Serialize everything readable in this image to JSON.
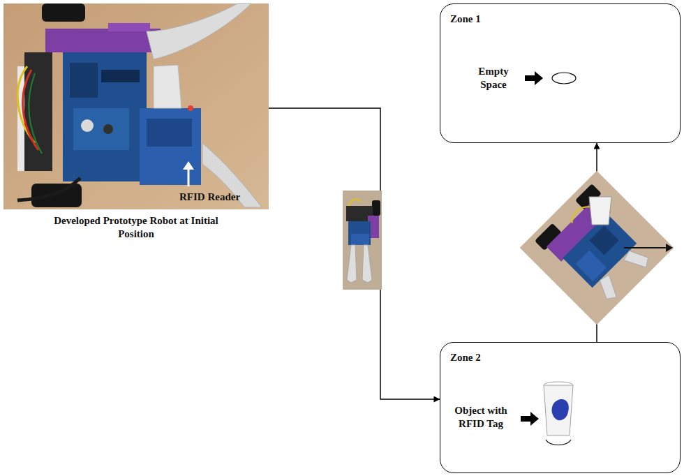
{
  "diagram": {
    "nodes": [
      {
        "text": [
          "RFID Reader",
          "Developed Prototype Robot at Initial Position"
        ]
      },
      {
        "text": [
          "Zone 1",
          "Empty Space"
        ]
      },
      {
        "text": [
          "Zone 2",
          "Object with RFID Tag"
        ]
      }
    ],
    "edges": [
      {
        "from": 0,
        "to": 2,
        "arrow": "to"
      },
      {
        "from": 2,
        "to": 1,
        "arrow": "to"
      }
    ]
  }
}
